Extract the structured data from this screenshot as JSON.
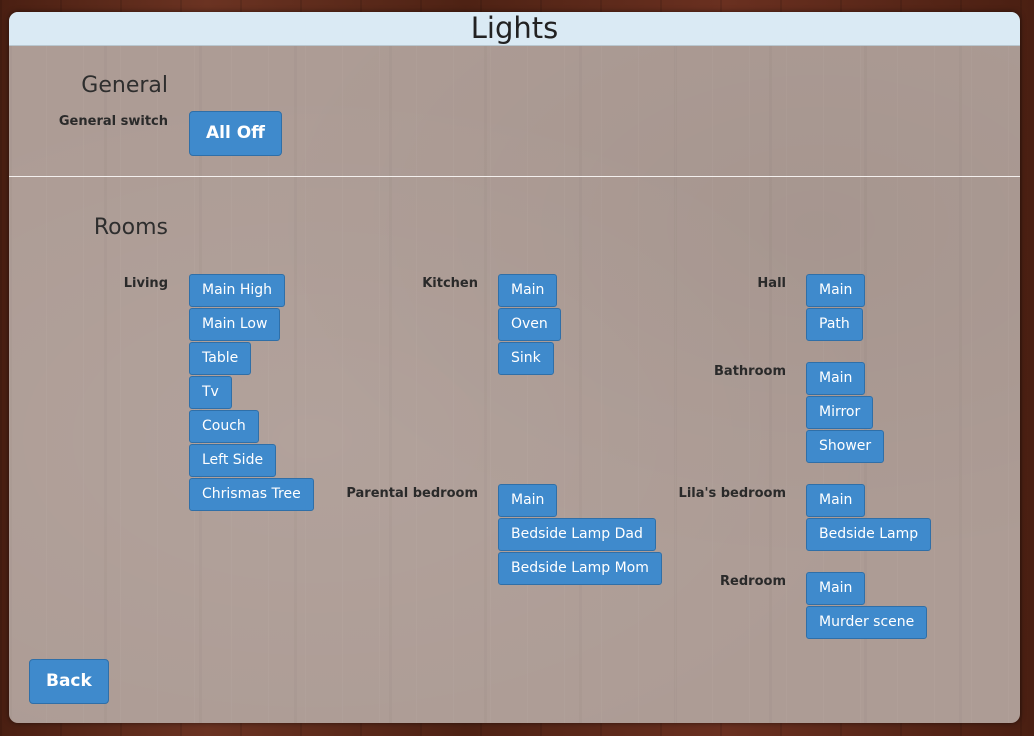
{
  "header": {
    "title": "Lights"
  },
  "general": {
    "title": "General",
    "switch_label": "General switch",
    "all_off_label": "All Off"
  },
  "rooms": {
    "title": "Rooms",
    "living": {
      "label": "Living",
      "buttons": [
        "Main High",
        "Main Low",
        "Table",
        "Tv",
        "Couch",
        "Left Side",
        "Chrismas Tree"
      ]
    },
    "kitchen": {
      "label": "Kitchen",
      "buttons": [
        "Main",
        "Oven",
        "Sink"
      ]
    },
    "hall": {
      "label": "Hall",
      "buttons": [
        "Main",
        "Path"
      ]
    },
    "bathroom": {
      "label": "Bathroom",
      "buttons": [
        "Main",
        "Mirror",
        "Shower"
      ]
    },
    "parental_bedroom": {
      "label": "Parental bedroom",
      "buttons": [
        "Main",
        "Bedside Lamp Dad",
        "Bedside Lamp Mom"
      ]
    },
    "lilas_bedroom": {
      "label": "Lila's bedroom",
      "buttons": [
        "Main",
        "Bedside Lamp"
      ]
    },
    "redroom": {
      "label": "Redroom",
      "buttons": [
        "Main",
        "Murder scene"
      ]
    }
  },
  "footer": {
    "back_label": "Back"
  },
  "colors": {
    "button": "#3f8acc",
    "header_bg": "#daeaf4",
    "panel_bg": "#ad9c95"
  }
}
